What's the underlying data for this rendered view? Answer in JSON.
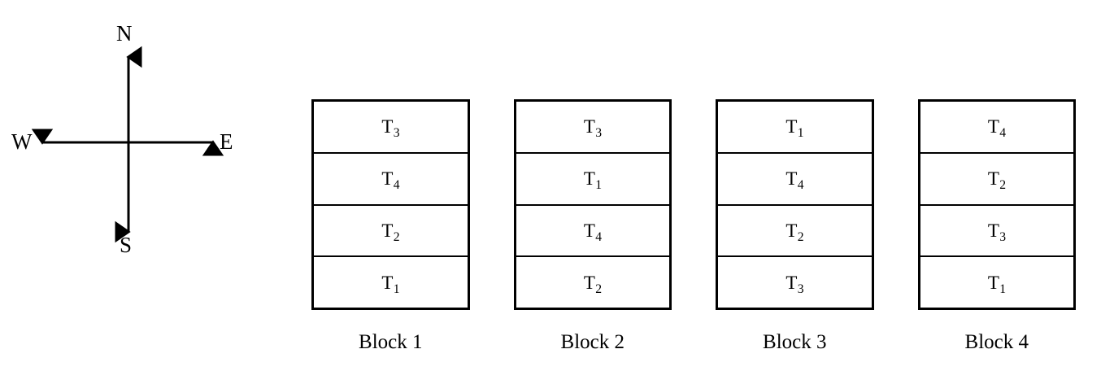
{
  "compass": {
    "north_label": "N",
    "south_label": "S",
    "west_label": "W",
    "east_label": "E",
    "line_color": "#000000"
  },
  "diagram": {
    "border_color": "#000000",
    "background_color": "#ffffff",
    "blocks": [
      {
        "caption": "Block 1",
        "cells": [
          {
            "symbol": "T",
            "subscript": "3"
          },
          {
            "symbol": "T",
            "subscript": "4"
          },
          {
            "symbol": "T",
            "subscript": "2"
          },
          {
            "symbol": "T",
            "subscript": "1"
          }
        ]
      },
      {
        "caption": "Block 2",
        "cells": [
          {
            "symbol": "T",
            "subscript": "3"
          },
          {
            "symbol": "T",
            "subscript": "1"
          },
          {
            "symbol": "T",
            "subscript": "4"
          },
          {
            "symbol": "T",
            "subscript": "2"
          }
        ]
      },
      {
        "caption": "Block 3",
        "cells": [
          {
            "symbol": "T",
            "subscript": "1"
          },
          {
            "symbol": "T",
            "subscript": "4"
          },
          {
            "symbol": "T",
            "subscript": "2"
          },
          {
            "symbol": "T",
            "subscript": "3"
          }
        ]
      },
      {
        "caption": "Block 4",
        "cells": [
          {
            "symbol": "T",
            "subscript": "4"
          },
          {
            "symbol": "T",
            "subscript": "2"
          },
          {
            "symbol": "T",
            "subscript": "3"
          },
          {
            "symbol": "T",
            "subscript": "1"
          }
        ]
      }
    ]
  }
}
